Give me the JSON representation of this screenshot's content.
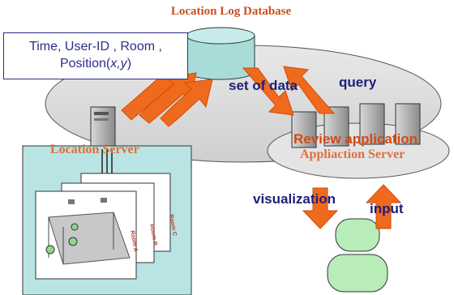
{
  "title": "Location Log Database",
  "tag_line1": "Time, User-ID , Room ,",
  "tag_line2_prefix": "Position(",
  "tag_line2_var": "x,y",
  "tag_line2_suffix": ")",
  "set_of_data": "set of data",
  "query": "query",
  "review_application": "Review application",
  "application_server": "Appliaction Server",
  "location_server": "Location Server",
  "visualization": "visualization",
  "input": "input",
  "rooms": [
    "Room A",
    "Room B",
    "Room C"
  ],
  "colors": {
    "arrow": "#f06a1e",
    "teal": "#b8e4e4",
    "green": "#b8ecb8",
    "dark_blue": "#1e1e78"
  }
}
